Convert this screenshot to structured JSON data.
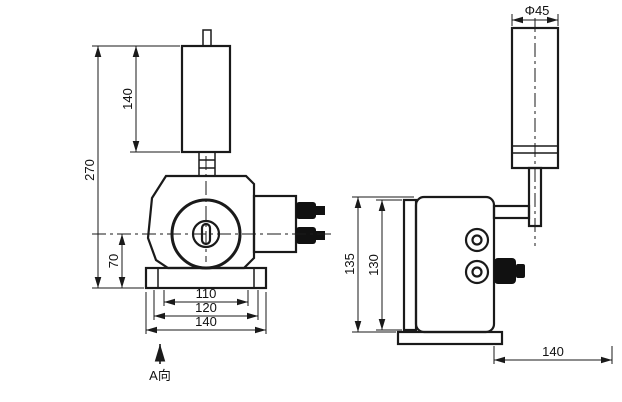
{
  "colors": {
    "line": "#1a1a1a",
    "background": "#ffffff",
    "fill": "#111111"
  },
  "front_view": {
    "dim_cylinder_height": "140",
    "dim_total_height": "270",
    "dim_axis_height": "70",
    "dim_width_inner": "110",
    "dim_width_mid": "120",
    "dim_width_outer": "140",
    "view_label": "A向"
  },
  "side_view": {
    "dim_diameter": "Φ45",
    "dim_height_outer": "135",
    "dim_height_inner": "130",
    "dim_depth": "140"
  }
}
